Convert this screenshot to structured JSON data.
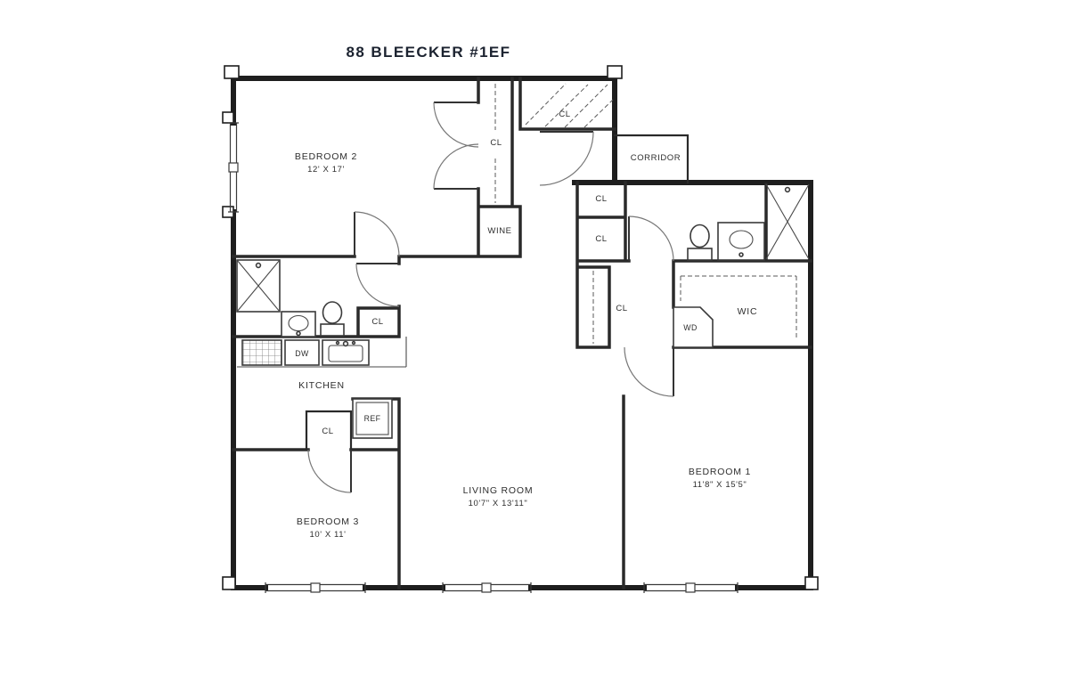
{
  "title": "88 BLEECKER #1EF",
  "rooms": {
    "bedroom2": {
      "name": "BEDROOM 2",
      "dims": "12' X 17'"
    },
    "bedroom3": {
      "name": "BEDROOM 3",
      "dims": "10' X 11'"
    },
    "bedroom1": {
      "name": "BEDROOM 1",
      "dims": "11'8\" X 15'5\""
    },
    "living": {
      "name": "LIVING ROOM",
      "dims": "10'7\" X 13'11\""
    }
  },
  "labels": {
    "kitchen": "KITCHEN",
    "corridor": "CORRIDOR",
    "wine": "WINE",
    "wic": "WIC",
    "wd": "WD",
    "dw": "DW",
    "ref": "REF",
    "cl": "CL"
  },
  "colors": {
    "wall": "#1e1e1e",
    "title": "#1c2330",
    "label": "#2e2e2e"
  }
}
